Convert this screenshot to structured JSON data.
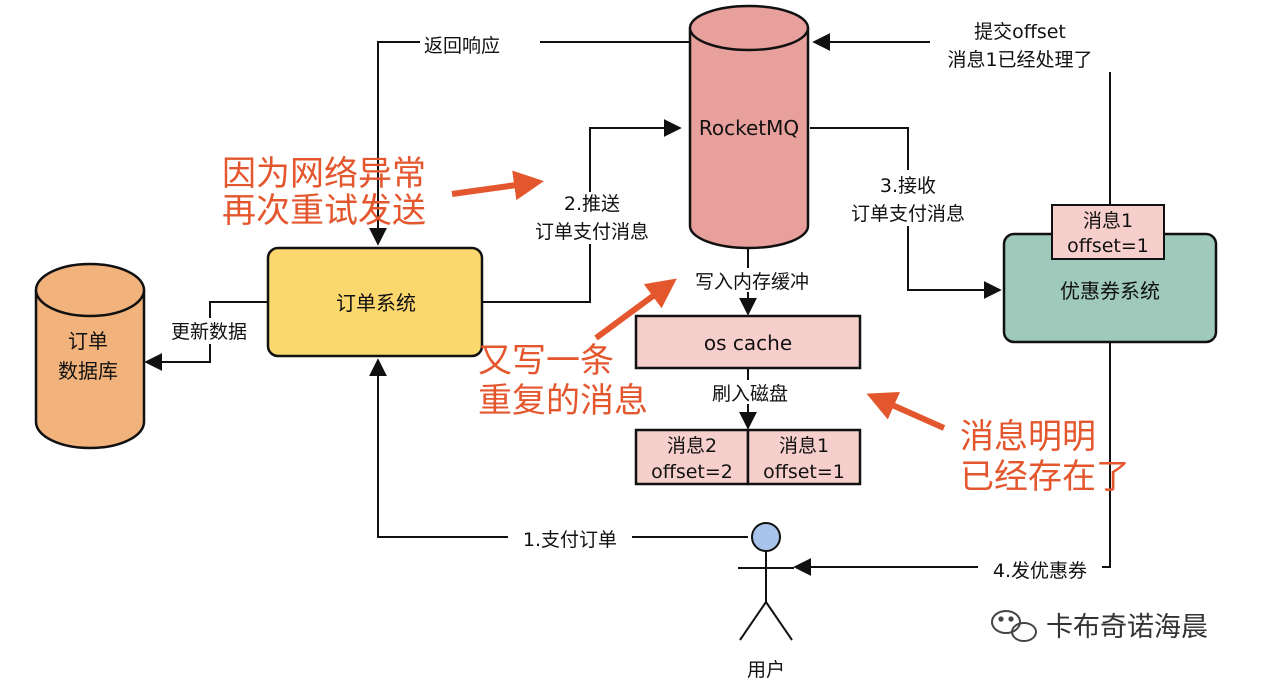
{
  "nodes": {
    "rocketmq": "RocketMQ",
    "order_db": [
      "订单",
      "数据库"
    ],
    "order_system": "订单系统",
    "coupon_system": "优惠券系统",
    "os_cache": "os cache",
    "coupon_msg": [
      "消息1",
      "offset=1"
    ],
    "disk_msg2": [
      "消息2",
      "offset=2"
    ],
    "disk_msg1": [
      "消息1",
      "offset=1"
    ],
    "user": "用户"
  },
  "edges": {
    "return_response": "返回响应",
    "commit_offset": [
      "提交offset",
      "消息1已经处理了"
    ],
    "push": [
      "2.推送",
      "订单支付消息"
    ],
    "receive": [
      "3.接收",
      "订单支付消息"
    ],
    "write_memory": "写入内存缓冲",
    "flush_disk": "刷入磁盘",
    "update_data": "更新数据",
    "pay_order": "1.支付订单",
    "issue_coupon": "4.发优惠券"
  },
  "annotations": {
    "network_retry": [
      "因为网络异常",
      "再次重试发送"
    ],
    "duplicate_write": [
      "又写一条",
      "重复的消息"
    ],
    "already_exists": [
      "消息明明",
      "已经存在了"
    ]
  },
  "watermark": "卡布奇诺海晨",
  "colors": {
    "rocketmq": "#e8a09c",
    "order_db": "#f1b27b",
    "order_system": "#fbd86e",
    "coupon_system": "#9ec9bb",
    "message_box": "#f6cfcc",
    "user_head": "#a9c4ea",
    "annotation": "#e4572e"
  }
}
